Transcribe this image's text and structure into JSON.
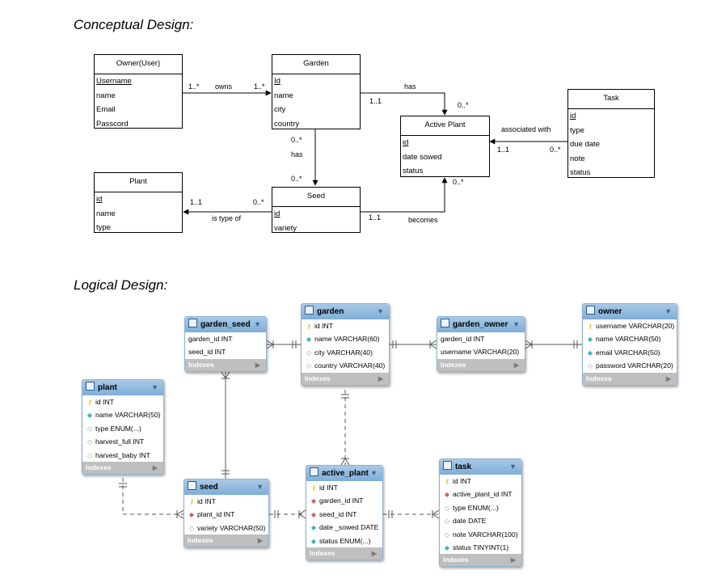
{
  "conceptual": {
    "heading": "Conceptual Design:",
    "entities": {
      "owner": {
        "title": "Owner(User)",
        "attrs": [
          {
            "text": "Username",
            "key": true
          },
          {
            "text": " name",
            "key": false
          },
          {
            "text": "Email",
            "key": false
          },
          {
            "text": "Passcord",
            "key": false
          }
        ]
      },
      "garden": {
        "title": "Garden",
        "attrs": [
          {
            "text": "Id",
            "key": true
          },
          {
            "text": "name",
            "key": false
          },
          {
            "text": "city",
            "key": false
          },
          {
            "text": "country",
            "key": false
          }
        ]
      },
      "active_plant": {
        "title": "Active Plant",
        "attrs": [
          {
            "text": "id",
            "key": true
          },
          {
            "text": "date sowed",
            "key": false
          },
          {
            "text": "status",
            "key": false
          }
        ]
      },
      "task": {
        "title": "Task",
        "attrs": [
          {
            "text": "id",
            "key": true
          },
          {
            "text": "type",
            "key": false
          },
          {
            "text": "due date",
            "key": false
          },
          {
            "text": "note",
            "key": false
          },
          {
            "text": "status",
            "key": false
          }
        ]
      },
      "plant": {
        "title": "Plant",
        "attrs": [
          {
            "text": "id",
            "key": true
          },
          {
            "text": " name",
            "key": false
          },
          {
            "text": "type",
            "key": false
          }
        ]
      },
      "seed": {
        "title": "Seed",
        "attrs": [
          {
            "text": "id",
            "key": true
          },
          {
            "text": "variety",
            "key": false
          }
        ]
      }
    },
    "relationships": {
      "owns": {
        "label": "owns",
        "owner_mult": "1..*",
        "garden_mult": "1..*"
      },
      "garden_has_active": {
        "label": "has",
        "garden_mult": "1..1",
        "active_mult": "0..*"
      },
      "associated_with": {
        "label": "associated with",
        "active_mult": "1..1",
        "task_mult": "0..*"
      },
      "garden_has_seed": {
        "label": "has",
        "garden_mult": "0..*",
        "seed_mult": "0..*"
      },
      "is_type_of": {
        "label": "is type of",
        "plant_mult": "1..1",
        "seed_mult": "0..*"
      },
      "becomes": {
        "label": "becomes",
        "seed_mult": "1..1",
        "active_mult": "0..*"
      }
    }
  },
  "logical": {
    "heading": "Logical Design:",
    "indexes_label": "Indexes",
    "tables": {
      "garden_seed": {
        "name": "garden_seed",
        "columns": [
          {
            "icon": "none",
            "text": "garden_id INT"
          },
          {
            "icon": "none",
            "text": "seed_id INT"
          }
        ]
      },
      "garden": {
        "name": "garden",
        "columns": [
          {
            "icon": "pk",
            "text": "id INT"
          },
          {
            "icon": "nn",
            "text": "name VARCHAR(60)"
          },
          {
            "icon": "op",
            "text": "city VARCHAR(40)"
          },
          {
            "icon": "op",
            "text": "country VARCHAR(40)"
          }
        ]
      },
      "garden_owner": {
        "name": "garden_owner",
        "columns": [
          {
            "icon": "none",
            "text": "garden_id INT"
          },
          {
            "icon": "none",
            "text": "username VARCHAR(20)"
          }
        ]
      },
      "owner": {
        "name": "owner",
        "columns": [
          {
            "icon": "pk",
            "text": "username VARCHAR(20)"
          },
          {
            "icon": "nn",
            "text": "name VARCHAR(50)"
          },
          {
            "icon": "nn",
            "text": "email VARCHAR(50)"
          },
          {
            "icon": "op",
            "text": "password VARCHAR(20)"
          }
        ]
      },
      "plant": {
        "name": "plant",
        "columns": [
          {
            "icon": "pk",
            "text": "id INT"
          },
          {
            "icon": "nn",
            "text": "name VARCHAR(50)"
          },
          {
            "icon": "op",
            "text": "type ENUM(...)"
          },
          {
            "icon": "op",
            "text": "harvest_full INT"
          },
          {
            "icon": "op",
            "text": "harvest_baby INT"
          }
        ]
      },
      "seed": {
        "name": "seed",
        "columns": [
          {
            "icon": "pk",
            "text": "id INT"
          },
          {
            "icon": "fk",
            "text": "plant_id INT"
          },
          {
            "icon": "op",
            "text": "variety VARCHAR(50)"
          }
        ]
      },
      "active_plant": {
        "name": "active_plant",
        "columns": [
          {
            "icon": "pk",
            "text": "id INT"
          },
          {
            "icon": "fk",
            "text": "garden_id INT"
          },
          {
            "icon": "fk",
            "text": "seed_id INT"
          },
          {
            "icon": "nn",
            "text": "date _sowed DATE"
          },
          {
            "icon": "nn",
            "text": "status ENUM(...)"
          }
        ]
      },
      "task": {
        "name": "task",
        "columns": [
          {
            "icon": "pk",
            "text": "id INT"
          },
          {
            "icon": "fk",
            "text": "active_plant_id INT"
          },
          {
            "icon": "op",
            "text": "type ENUM(...)"
          },
          {
            "icon": "op",
            "text": "date DATE"
          },
          {
            "icon": "op",
            "text": "note VARCHAR(100)"
          },
          {
            "icon": "nn",
            "text": "status TINYINT(1)"
          }
        ]
      }
    }
  },
  "icons": {
    "pk": "key-icon",
    "nn": "filled-diamond-icon",
    "op": "hollow-diamond-icon",
    "fk": "foreign-key-diamond-icon"
  },
  "colors": {
    "table_header": "#7eaed8",
    "indexes_bar": "#bfbfbf",
    "pk": "#e2b400",
    "fk": "#d0605a",
    "nn": "#3bb3c4"
  }
}
